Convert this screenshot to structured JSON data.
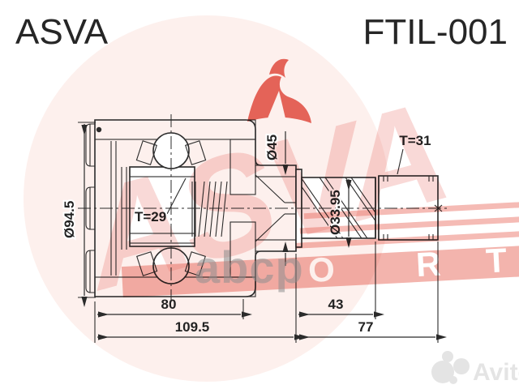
{
  "header": {
    "brand": "ASVA",
    "part_number": "FTIL-001"
  },
  "dimensions": {
    "housing_outer_diameter": "Ø94.5",
    "boss_diameter": "Ø45",
    "shaft_spline_diameter": "Ø33.95",
    "inner_spline_teeth": "T=29",
    "shaft_spline_teeth": "T=31",
    "housing_length": "80",
    "inner_section_length": "109.5",
    "spline_section_length": "43",
    "shaft_section_length": "77"
  },
  "watermarks": {
    "brand_large": "ASVA",
    "band_visible_letters": [
      "O",
      "R",
      "T"
    ],
    "supplier": "abcp",
    "marketplace": "Avito"
  },
  "colors": {
    "line": "#2b2b2b",
    "watermark_red": "#e04438",
    "watermark_pink": "#fbe3de",
    "watermark_band": "#e8695c",
    "supplier_gray": "#8f8f8f",
    "marketplace_gray": "#e4e4e4",
    "background": "#ffffff"
  }
}
